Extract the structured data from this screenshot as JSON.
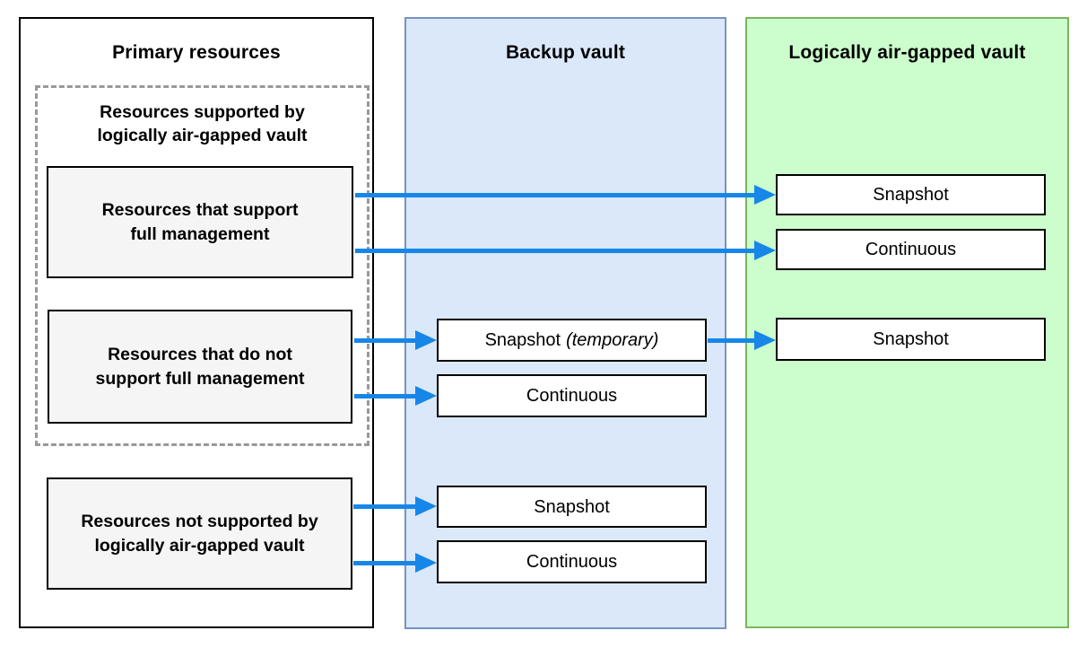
{
  "panels": {
    "primary": {
      "title": "Primary resources",
      "group_label": "Resources supported by logically air-gapped vault",
      "boxes": {
        "full_management": "Resources that support full management",
        "no_full_management": "Resources that do not support full management",
        "not_supported": "Resources not supported by logically air-gapped vault"
      }
    },
    "backup": {
      "title": "Backup vault",
      "boxes": {
        "snapshot_temporary_main": "Snapshot",
        "snapshot_temporary_note": "(temporary)",
        "continuous_mid": "Continuous",
        "snapshot_bottom": "Snapshot",
        "continuous_bottom": "Continuous"
      }
    },
    "airgap": {
      "title": "Logically air-gapped vault",
      "boxes": {
        "snapshot_top": "Snapshot",
        "continuous_top": "Continuous",
        "snapshot_mid": "Snapshot"
      }
    }
  },
  "colors": {
    "arrow_blue": "#1687e8",
    "backup_fill": "#dbe8fa",
    "backup_border": "#7693c1",
    "airgap_fill": "#ccfdcc",
    "airgap_border": "#79b55e",
    "gray_box_fill": "#f5f5f5",
    "dashed_border": "#999999",
    "box_border": "#000000"
  }
}
